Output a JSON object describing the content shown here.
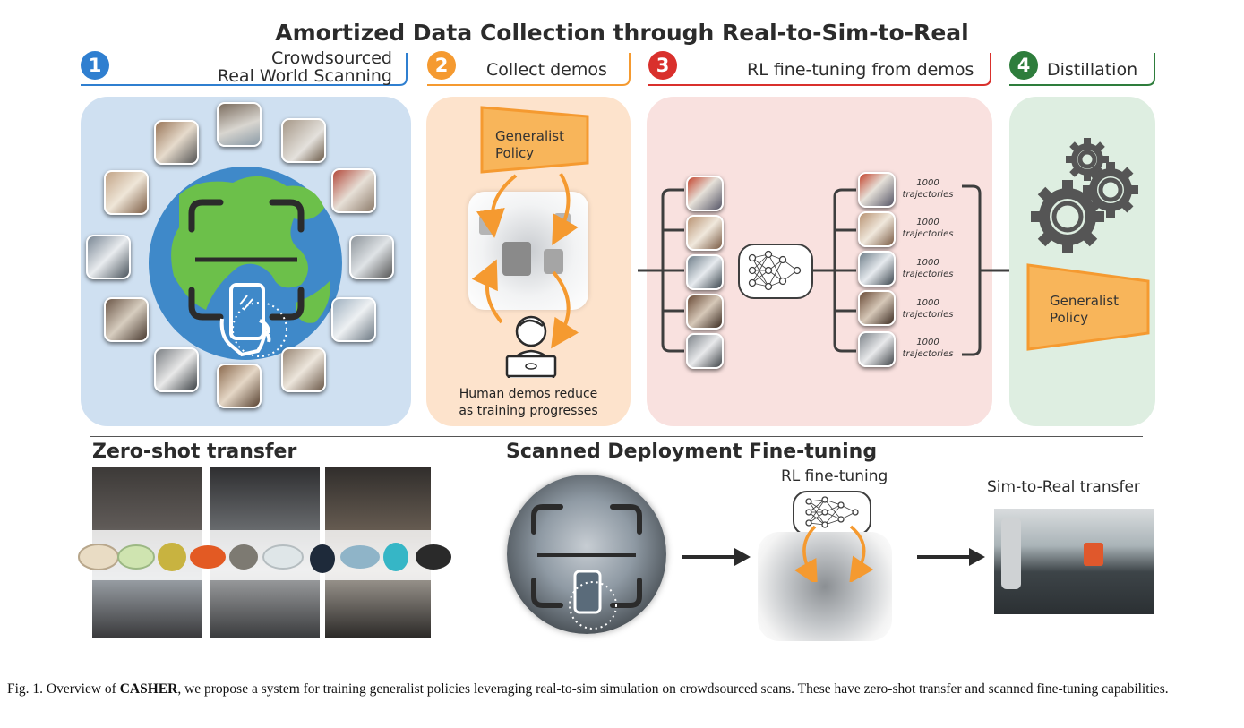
{
  "figure": {
    "title": "Amortized Data Collection through Real-to-Sim-to-Real",
    "steps": [
      {
        "number": "1",
        "label_line1": "Crowdsourced",
        "label_line2": "Real World Scanning",
        "color": "#2f7fd0"
      },
      {
        "number": "2",
        "label": "Collect demos",
        "color": "#f59a30"
      },
      {
        "number": "3",
        "label": "RL fine-tuning from demos",
        "color": "#d9302c"
      },
      {
        "number": "4",
        "label": "Distillation",
        "color": "#2e7d3c"
      }
    ],
    "collect_demos": {
      "policy_line1": "Generalist",
      "policy_line2": "Policy",
      "note_line1": "Human demos reduce",
      "note_line2": "as training progresses"
    },
    "rl_finetuning": {
      "trajectory_labels": [
        {
          "count": "1000",
          "unit": "trajectories"
        },
        {
          "count": "1000",
          "unit": "trajectories"
        },
        {
          "count": "1000",
          "unit": "trajectories"
        },
        {
          "count": "1000",
          "unit": "trajectories"
        },
        {
          "count": "1000",
          "unit": "trajectories"
        }
      ]
    },
    "distillation": {
      "policy_line1": "Generalist",
      "policy_line2": "Policy"
    },
    "bottom": {
      "zero_shot_title": "Zero-shot transfer",
      "scanned_title": "Scanned Deployment Fine-tuning",
      "rl_label": "RL fine-tuning",
      "sim2real_label": "Sim-to-Real transfer"
    },
    "caption": {
      "prefix": "Fig. 1.  Overview of ",
      "system_name": "CASHER",
      "text": ", we propose a system for training generalist policies leveraging real-to-sim simulation on crowdsourced scans. These have zero-shot transfer and scanned fine-tuning capabilities."
    },
    "colors": {
      "panel1": "#cfe0f1",
      "panel2": "#fde3cc",
      "panel3": "#f9e1df",
      "panel4": "#deeee1",
      "orange": "#f5a033",
      "dark": "#3e3e3e"
    }
  }
}
